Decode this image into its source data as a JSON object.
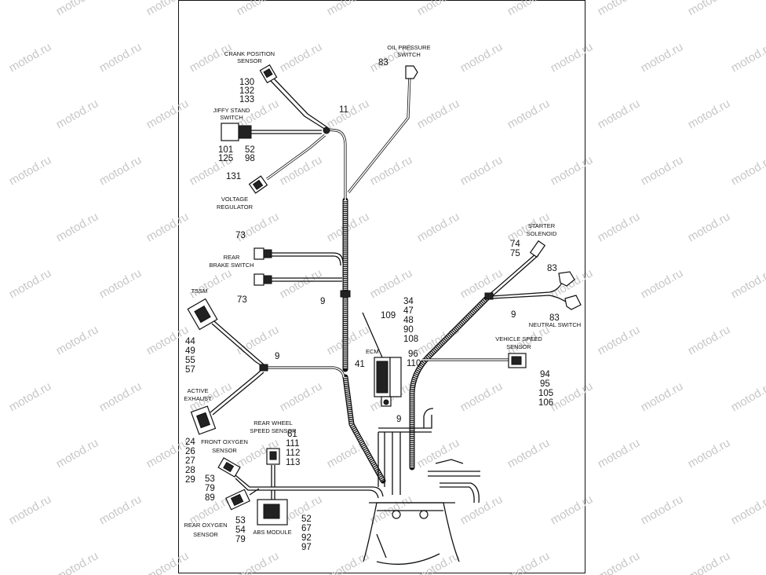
{
  "watermark": "motod.ru",
  "components": {
    "crank_position_sensor": {
      "label_lines": [
        "CRANK POSITION",
        "SENSOR"
      ],
      "refs": [
        "130",
        "132",
        "133"
      ]
    },
    "oil_pressure_switch": {
      "label_lines": [
        "OIL PRESSURE",
        "SWITCH"
      ],
      "refs": [
        "83"
      ]
    },
    "jiffy_stand_switch": {
      "label_lines": [
        "JIFFY STAND",
        "SWITCH"
      ],
      "refs_left": [
        "101",
        "125"
      ],
      "refs_right": [
        "52",
        "98"
      ]
    },
    "clip_top": {
      "refs": [
        "11"
      ]
    },
    "voltage_regulator": {
      "label_lines": [
        "VOLTAGE",
        "REGULATOR"
      ],
      "refs": [
        "131"
      ]
    },
    "rear_brake_switch": {
      "label_lines": [
        "REAR",
        "BRAKE SWITCH"
      ],
      "refs_top": [
        "73"
      ],
      "refs_bottom": [
        "73"
      ]
    },
    "clip_center": {
      "refs": [
        "9"
      ]
    },
    "tssm": {
      "label_lines": [
        "TSSM"
      ],
      "refs": [
        "44",
        "49",
        "55",
        "57"
      ]
    },
    "clip_left": {
      "refs": [
        "9"
      ]
    },
    "ecm": {
      "label_lines": [
        "ECM"
      ],
      "refs_left": [
        "41"
      ],
      "ref_109": [
        "109"
      ],
      "refs_right_top": [
        "34",
        "47",
        "48",
        "90",
        "108"
      ],
      "refs_right": [
        "96",
        "110"
      ],
      "ref_bottom": [
        "9"
      ]
    },
    "starter_solenoid": {
      "label_lines": [
        "STARTER",
        "SOLENOID"
      ],
      "refs": [
        "74",
        "75"
      ]
    },
    "neutral_switch": {
      "label_lines": [
        "NEUTRAL SWITCH"
      ],
      "refs_top": [
        "83"
      ],
      "refs_bottom": [
        "83"
      ]
    },
    "clip_right": {
      "refs": [
        "9"
      ]
    },
    "vehicle_speed_sensor": {
      "label_lines": [
        "VEHICLE SPEED",
        "SENSOR"
      ],
      "refs": [
        "94",
        "95",
        "105",
        "106"
      ]
    },
    "active_exhaust": {
      "label_lines": [
        "ACTIVE",
        "EXHAUST"
      ],
      "refs": [
        "24",
        "26",
        "27",
        "28",
        "29"
      ]
    },
    "rear_wheel_speed_sensor": {
      "label_lines": [
        "REAR WHEEL",
        "SPEED SENSOR"
      ],
      "refs": [
        "61",
        "111",
        "112",
        "113"
      ]
    },
    "front_oxygen_sensor": {
      "label_lines": [
        "FRONT OXYGEN",
        "SENSOR"
      ],
      "refs": [
        "53",
        "79",
        "89"
      ]
    },
    "rear_oxygen_sensor": {
      "label_lines": [
        "REAR OXYGEN",
        "SENSOR"
      ],
      "refs": [
        "53",
        "54",
        "79"
      ]
    },
    "abs_module": {
      "label_lines": [
        "ABS MODULE"
      ],
      "refs": [
        "52",
        "67",
        "92",
        "97"
      ]
    }
  }
}
